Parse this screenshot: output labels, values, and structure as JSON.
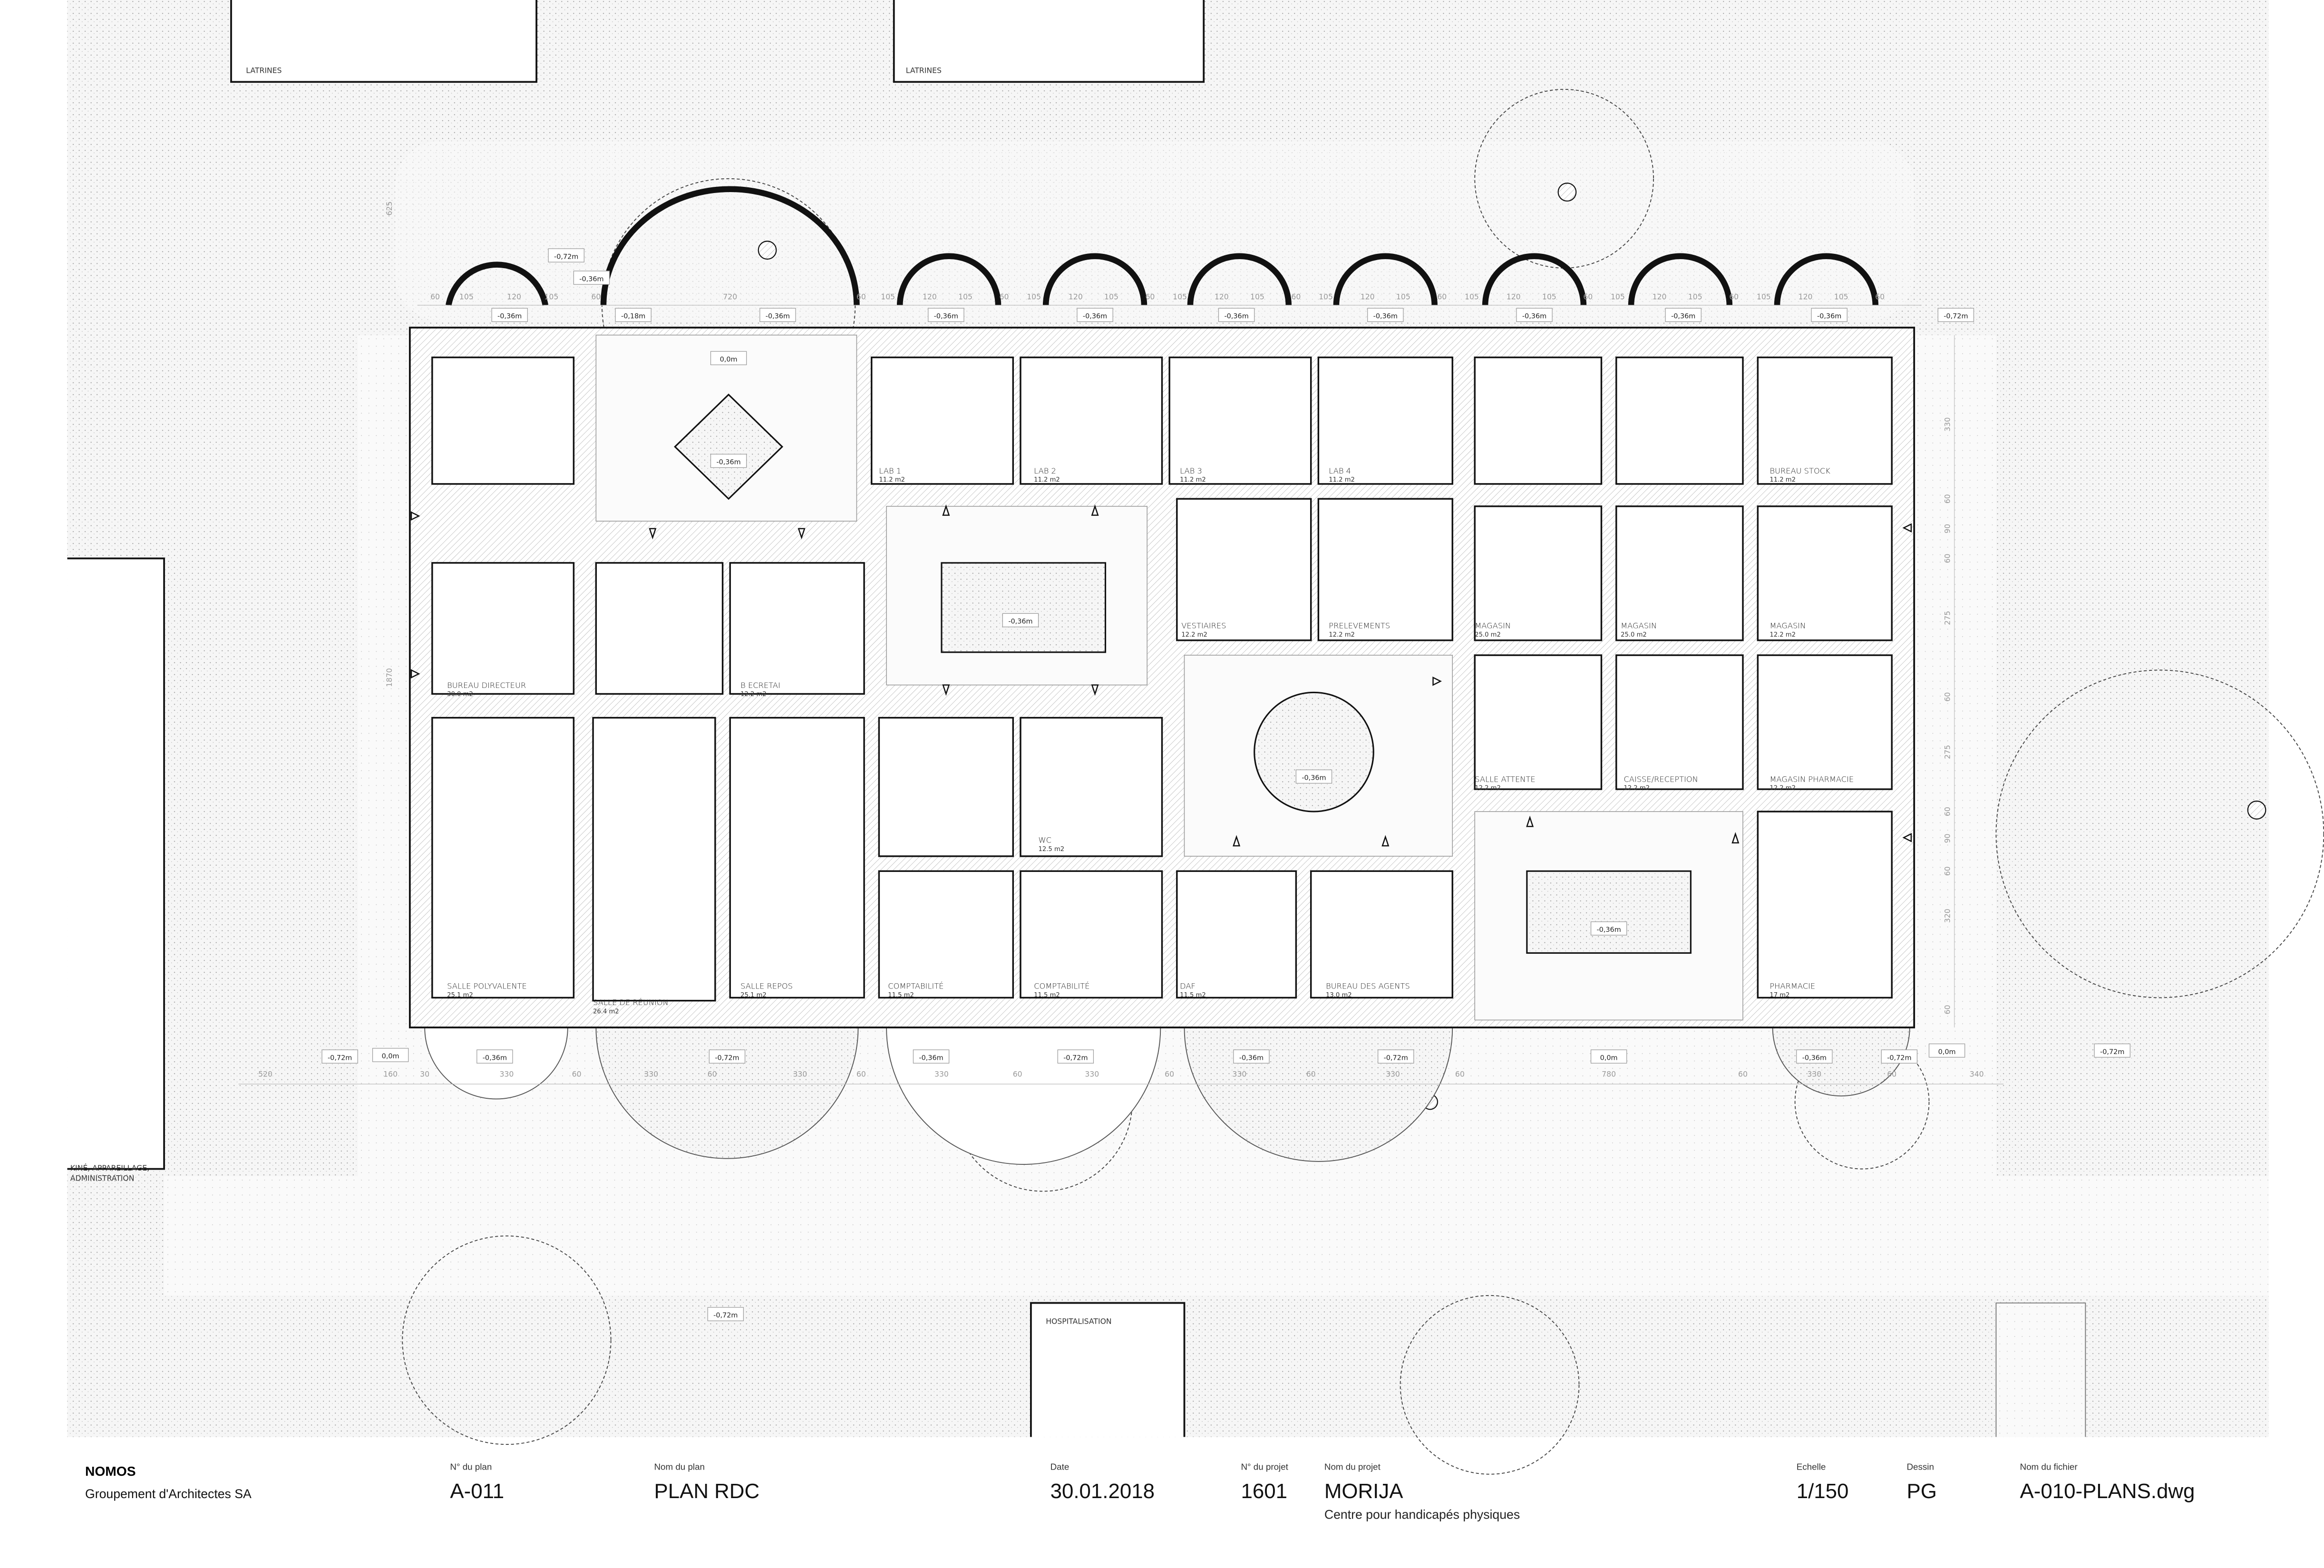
{
  "drawing": {
    "rooms": [
      {
        "name": "",
        "area": ""
      },
      {
        "name": "LAB 1",
        "area": "11.2 m2"
      },
      {
        "name": "LAB 2",
        "area": "11.2 m2"
      },
      {
        "name": "LAB 3",
        "area": "11.2 m2"
      },
      {
        "name": "LAB 4",
        "area": "11.2 m2"
      },
      {
        "name": "",
        "area": ""
      },
      {
        "name": "",
        "area": ""
      },
      {
        "name": "BUREAU STOCK",
        "area": "11.2 m2"
      },
      {
        "name": "BUREAU DIRECTEUR",
        "area": "30.0 m2"
      },
      {
        "name": "",
        "area": ""
      },
      {
        "name": "B   ECRETAI",
        "area": "12.2 m2"
      },
      {
        "name": "VESTIAIRES",
        "area": "12.2 m2"
      },
      {
        "name": "PRELEVEMENTS",
        "area": "12.2 m2"
      },
      {
        "name": "MAGASIN",
        "area": "25.0 m2"
      },
      {
        "name": "MAGASIN",
        "area": "25.0 m2"
      },
      {
        "name": "MAGASIN",
        "area": "12.2 m2"
      },
      {
        "name": "SALLE POLYVALENTE",
        "area": "25.1 m2"
      },
      {
        "name": "SALLE DE RÉUNION",
        "area": "26.4 m2"
      },
      {
        "name": "SALLE REPOS",
        "area": "25.1 m2"
      },
      {
        "name": "",
        "area": ""
      },
      {
        "name": "WC",
        "area": "12.5 m2"
      },
      {
        "name": "COMPTABILITÉ",
        "area": "11.5 m2"
      },
      {
        "name": "COMPTABILITÉ",
        "area": "11.5 m2"
      },
      {
        "name": "DAF",
        "area": "11.5 m2"
      },
      {
        "name": "BUREAU DES AGENTS",
        "area": "13.0 m2"
      },
      {
        "name": "SALLE ATTENTE",
        "area": "12.2 m2"
      },
      {
        "name": "CAISSE/RECEPTION",
        "area": "12.2 m2"
      },
      {
        "name": "MAGASIN PHARMACIE",
        "area": "12.2 m2"
      },
      {
        "name": "PHARMACIE",
        "area": "17 m2"
      }
    ],
    "levels": [
      "-0,72m",
      "-0,36m",
      "-0,36m",
      "-0,18m",
      "-0,36m",
      "-0,36m",
      "-0,36m",
      "-0,36m",
      "-0,36m",
      "-0,36m",
      "-0,36m",
      "-0,36m",
      "-0,72m",
      "0,0m",
      "-0,36m",
      "-0,36m",
      "-0,36m",
      "-0,36m",
      "-0,72m",
      "0,0m",
      "-0,36m",
      "-0,72m",
      "-0,36m",
      "-0,72m",
      "-0,36m",
      "-0,72m",
      "0,0m",
      "-0,36m",
      "-0,72m",
      "0,0m",
      "-0,72m",
      "-0,72m"
    ],
    "dims_top": [
      "60",
      "105",
      "120",
      "105",
      "60",
      "720",
      "60",
      "105",
      "120",
      "105",
      "60",
      "105",
      "120",
      "105",
      "60",
      "105",
      "120",
      "105",
      "60",
      "105",
      "120",
      "105",
      "60",
      "105",
      "120",
      "105",
      "60",
      "105",
      "120",
      "105",
      "60",
      "105",
      "120",
      "105",
      "60"
    ],
    "dims_bottom": [
      "520",
      "160",
      "30",
      "330",
      "60",
      "330",
      "60",
      "330",
      "60",
      "330",
      "60",
      "330",
      "60",
      "330",
      "60",
      "330",
      "60",
      "780",
      "60",
      "330",
      "60",
      "340"
    ],
    "dims_left": [
      "625",
      "1870"
    ],
    "dims_right": [
      "330",
      "60",
      "90",
      "60",
      "275",
      "60",
      "275",
      "60",
      "90",
      "60",
      "320",
      "60"
    ],
    "site_labels": {
      "latrines_1": "LATRINES",
      "latrines_2": "LATRINES",
      "kine_1": "KINÉ, APPAREILLAGE,",
      "kine_2": "ADMINISTRATION",
      "hospitalisation": "HOSPITALISATION"
    }
  },
  "title_block": {
    "brand": "NOMOS",
    "firm": "Groupement d'Architectes SA",
    "plan_no_caption": "N° du plan",
    "plan_no": "A-011",
    "plan_name_caption": "Nom du plan",
    "plan_name": "PLAN RDC",
    "date_caption": "Date",
    "date": "30.01.2018",
    "project_no_caption": "N° du projet",
    "project_no": "1601",
    "project_name_caption": "Nom du projet",
    "project_name": "MORIJA",
    "project_subtitle": "Centre pour handicapés physiques",
    "scale_caption": "Echelle",
    "scale": "1/150",
    "drawn_caption": "Dessin",
    "drawn_by": "PG",
    "file_caption": "Nom du fichier",
    "file_name": "A-010-PLANS.dwg"
  }
}
